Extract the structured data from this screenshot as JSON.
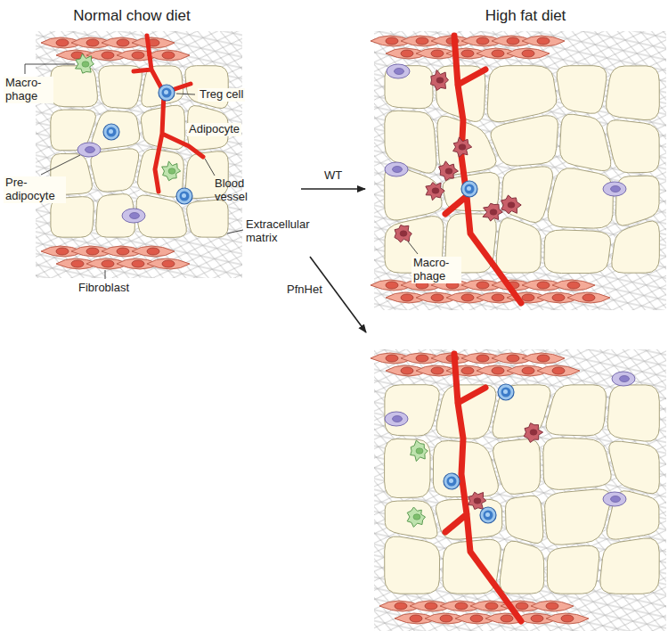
{
  "diagram": {
    "labels": [
      "Normal chow diet",
      "High fat diet",
      "Macro- phage",
      "Treg cell",
      "Adipocyte",
      "Blood vessel",
      "Pre- adipocyte",
      "Extracellular matrix",
      "Fibroblast",
      "WT",
      "Macro- phage",
      "PfnHet"
    ]
  }
}
